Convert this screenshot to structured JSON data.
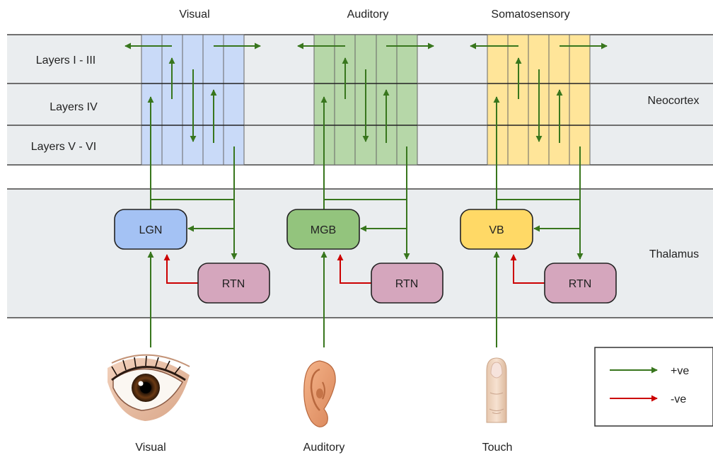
{
  "header": {
    "visual": "Visual",
    "auditory": "Auditory",
    "somatosensory": "Somatosensory"
  },
  "layers": {
    "l1": "Layers I - III",
    "l2": "Layers IV",
    "l3": "Layers V - VI"
  },
  "regions": {
    "neocortex": "Neocortex",
    "thalamus": "Thalamus"
  },
  "nuclei": {
    "lgn": "LGN",
    "mgb": "MGB",
    "vb": "VB",
    "rtn": "RTN"
  },
  "sensors": {
    "visual": "Visual",
    "auditory": "Auditory",
    "touch": "Touch"
  },
  "legend": {
    "positive": "+ve",
    "negative": "-ve"
  },
  "colors": {
    "visual": "#c9daf8",
    "auditory": "#b6d7a8",
    "somato": "#ffe599",
    "lgn": "#a4c2f4",
    "mgb": "#93c47d",
    "vb": "#ffd966",
    "rtn": "#d5a6bd",
    "excitatory": "#38761d",
    "inhibitory": "#cc0000",
    "band": "#eaedef"
  }
}
